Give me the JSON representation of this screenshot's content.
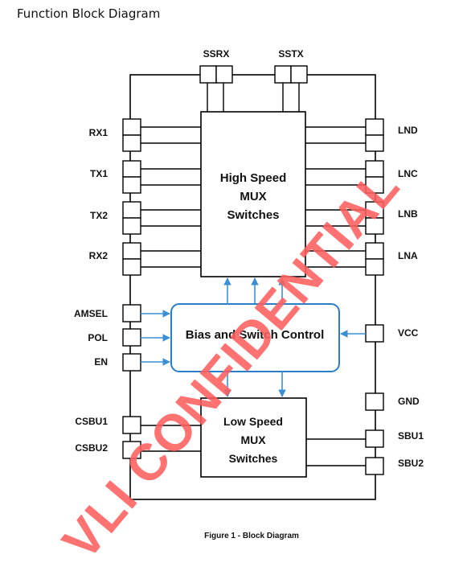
{
  "page": {
    "title": "Function Block Diagram",
    "caption": "Figure 1 - Block Diagram"
  },
  "pins": {
    "top": [
      "SSRX",
      "SSTX"
    ],
    "left": [
      "RX1",
      "TX1",
      "TX2",
      "RX2",
      "AMSEL",
      "POL",
      "EN",
      "CSBU1",
      "CSBU2"
    ],
    "right": [
      "LND",
      "LNC",
      "LNB",
      "LNA",
      "VCC",
      "GND",
      "SBU1",
      "SBU2"
    ]
  },
  "blocks": {
    "high_speed": [
      "High Speed",
      "MUX",
      "Switches"
    ],
    "bias": "Bias and Switch Control",
    "low_speed": [
      "Low Speed",
      "MUX",
      "Switches"
    ]
  },
  "watermark": "VLI CONFIDENTIAL",
  "colors": {
    "line": "#000000",
    "arrow": "#3a8fd6",
    "bias_border": "#2a7fc8",
    "watermark": "#ff5f5f"
  }
}
